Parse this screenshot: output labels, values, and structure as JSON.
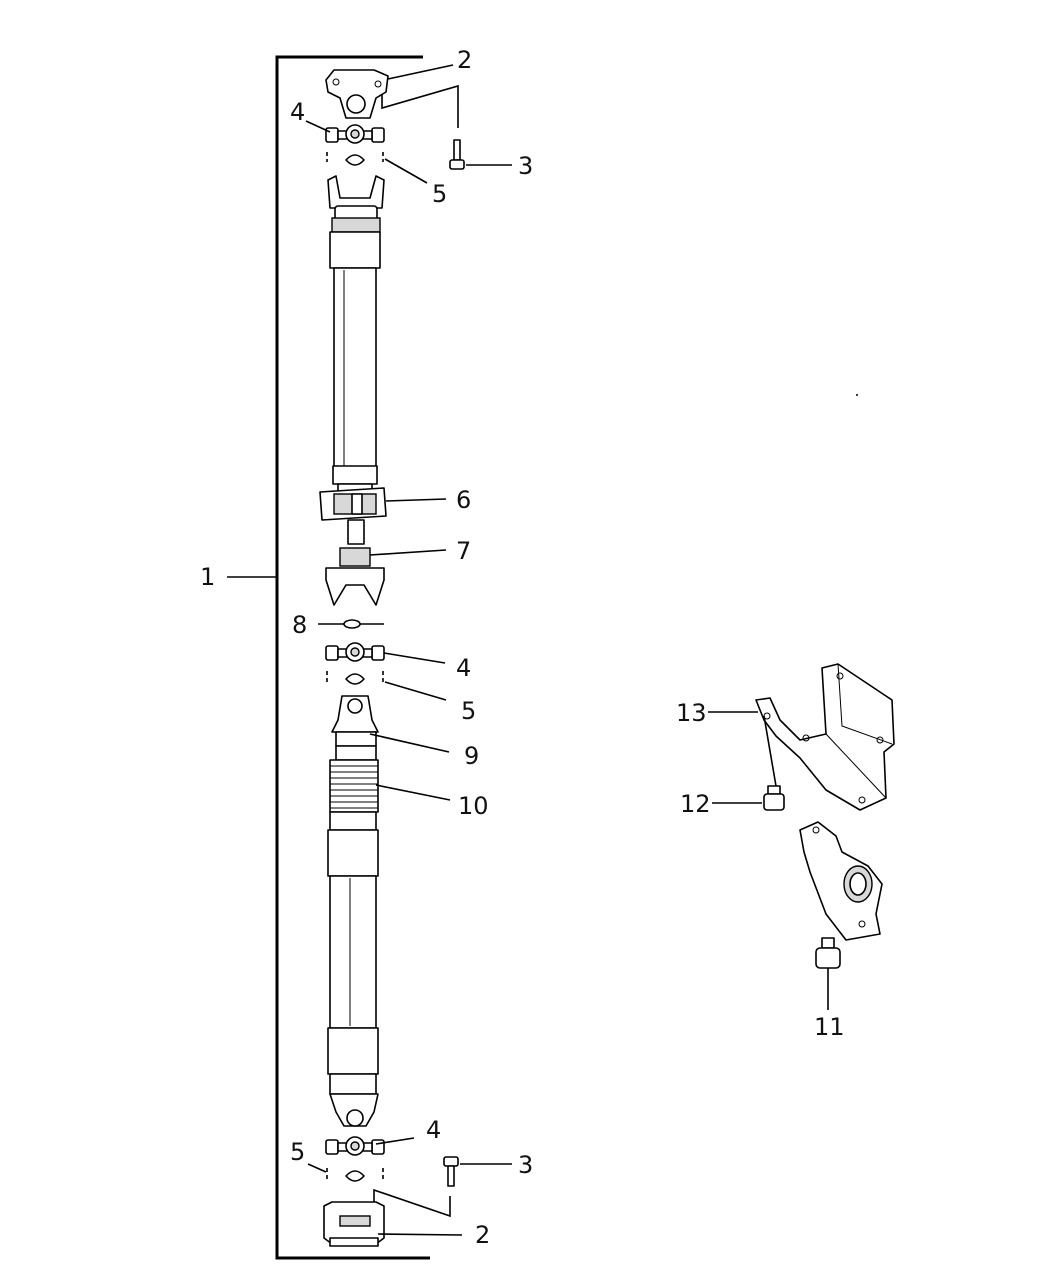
{
  "callouts": {
    "c1": "1",
    "c2_top": "2",
    "c2_bottom": "2",
    "c3_top": "3",
    "c3_bottom": "3",
    "c4_top": "4",
    "c4_mid": "4",
    "c4_bottom": "4",
    "c5_top": "5",
    "c5_mid": "5",
    "c5_bottom": "5",
    "c6": "6",
    "c7": "7",
    "c8": "8",
    "c9": "9",
    "c10": "10",
    "c11": "11",
    "c12": "12",
    "c13": "13"
  }
}
